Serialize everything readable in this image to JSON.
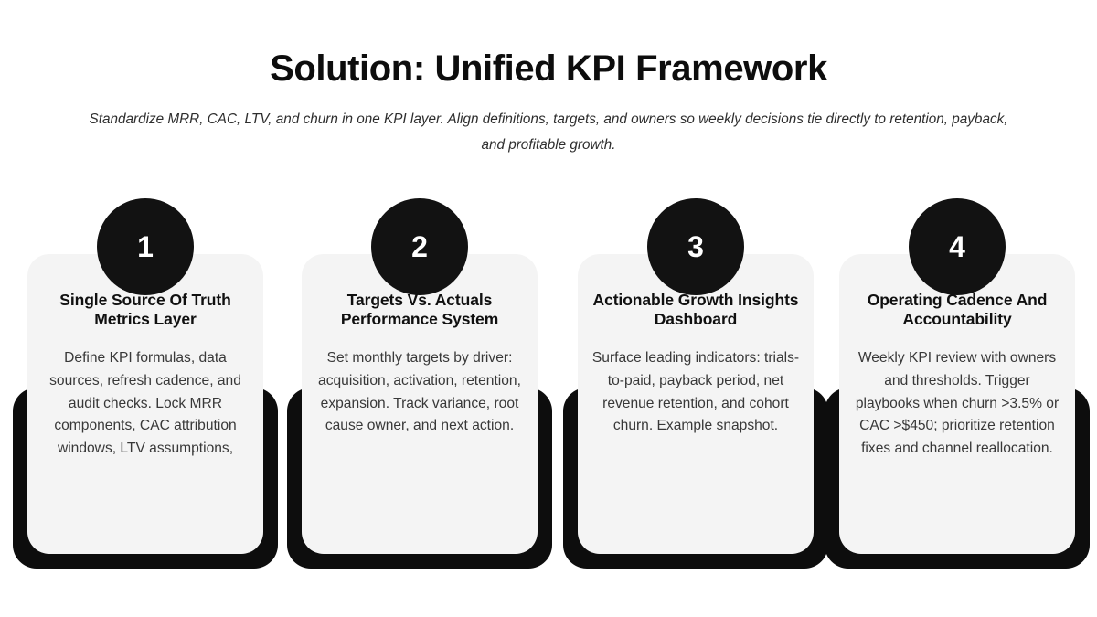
{
  "header": {
    "title": "Solution: Unified KPI Framework",
    "subtitle": "Standardize MRR, CAC, LTV, and churn in one KPI layer. Align definitions, targets, and owners so weekly decisions tie directly to retention, payback, and profitable growth."
  },
  "theme": {
    "background": "#ffffff",
    "card_background": "#f4f4f4",
    "accent_dark": "#0d0d0d",
    "badge_background": "#121212",
    "badge_text": "#ffffff",
    "title_color": "#0d0d0d",
    "body_color": "#383838"
  },
  "cards": [
    {
      "number": "1",
      "title": "Single Source Of Truth Metrics Layer",
      "body": "Define KPI formulas, data sources, refresh cadence, and audit checks. Lock MRR components, CAC attribution windows, LTV assumptions,"
    },
    {
      "number": "2",
      "title": "Targets Vs. Actuals Performance System",
      "body": "Set monthly targets by driver: acquisition, activation, retention, expansion. Track variance, root cause owner, and next action."
    },
    {
      "number": "3",
      "title": "Actionable Growth Insights Dashboard",
      "body": "Surface leading indicators: trials-to-paid, payback period, net revenue retention, and cohort churn. Example snapshot."
    },
    {
      "number": "4",
      "title": "Operating Cadence And Accountability",
      "body": "Weekly KPI review with owners and thresholds. Trigger playbooks when churn >3.5% or CAC >$450; prioritize retention fixes and channel reallocation."
    }
  ]
}
